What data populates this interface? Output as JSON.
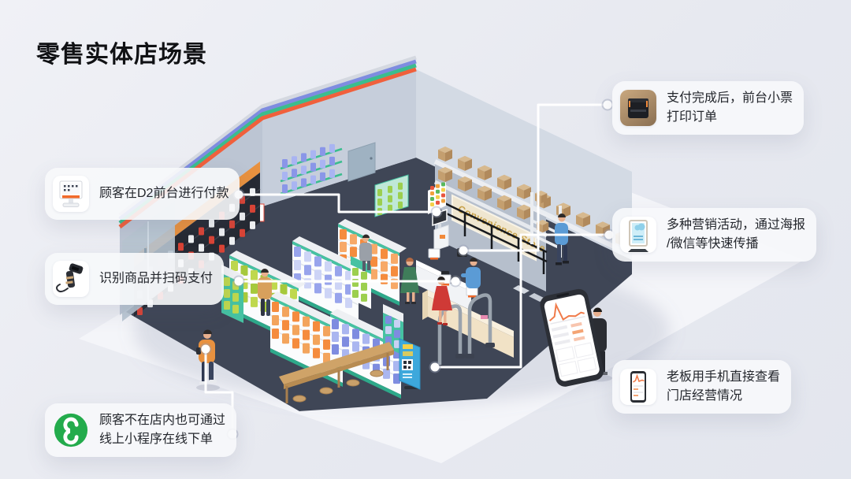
{
  "page": {
    "title": "零售实体店场景"
  },
  "scene": {
    "store_sign": "Convenience Store",
    "illustration": "isometric-convenience-store"
  },
  "callouts": {
    "printer": {
      "icon": "receipt-printer-icon",
      "line1": "支付完成后，前台小票",
      "line2": "打印订单"
    },
    "pos": {
      "icon": "pos-terminal-icon",
      "line1": "顾客在D2前台进行付款"
    },
    "scanner": {
      "icon": "barcode-scanner-icon",
      "line1": "识别商品并扫码支付"
    },
    "poster": {
      "icon": "poster-stand-icon",
      "line1": "多种营销活动，通过海报",
      "line2": "/微信等快速传播"
    },
    "boss": {
      "icon": "phone-dashboard-icon",
      "line1": "老板用手机直接查看",
      "line2": "门店经营情况"
    },
    "wechat": {
      "icon": "mini-program-icon",
      "line1": "顾客不在店内也可通过",
      "line2": "线上小程序在线下单"
    }
  },
  "colors": {
    "stripe_silver": "#d4d8e0",
    "stripe_blue": "#7e8ce0",
    "stripe_green": "#3bbd8e",
    "stripe_orange": "#f0603c",
    "wechat_green": "#23ab4c",
    "connector_line": "#ffffff"
  }
}
